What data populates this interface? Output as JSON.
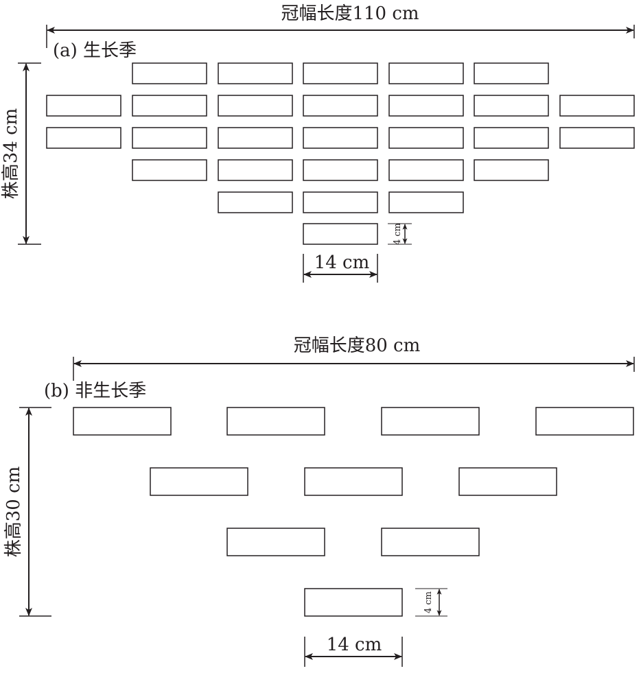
{
  "panel_a": {
    "label": "(a) 生长季",
    "crown_width": "冠幅长度110 cm",
    "plant_height": "株高34 cm",
    "block_width": "14 cm",
    "block_height": "4 cm"
  },
  "panel_b": {
    "label": "(b) 非生长季",
    "crown_width": "冠幅长度80 cm",
    "plant_height": "株高30 cm",
    "block_width": "14 cm",
    "block_height": "4 cm"
  },
  "colors": {
    "stroke": "#231f20"
  }
}
